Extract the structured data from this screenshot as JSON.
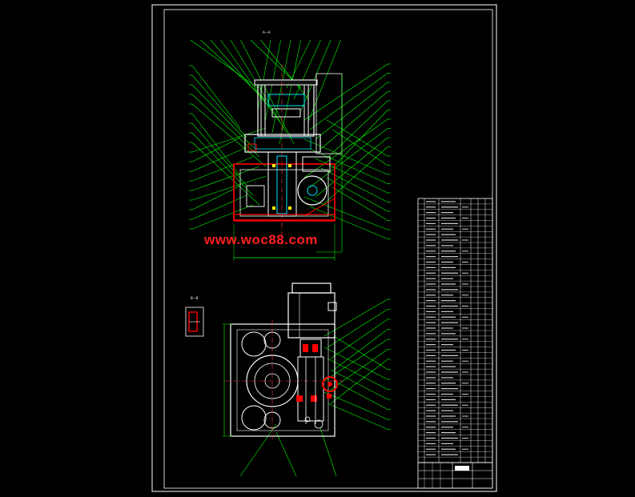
{
  "watermark": {
    "text": "www.woc88.com"
  },
  "colors": {
    "background": "#000000",
    "frame": "#ffffff",
    "leader": "#00ff00",
    "machine": "#ffffff",
    "section": "#ff0000",
    "center": "#ff4040",
    "inner": "#00e5ff",
    "accent": "#ffff00",
    "watermark": "#ff2020"
  },
  "drawing": {
    "top_view_caption": "A—A",
    "side_view_caption": "B—B"
  }
}
